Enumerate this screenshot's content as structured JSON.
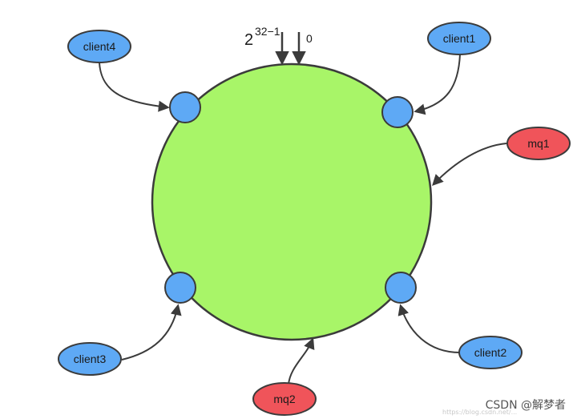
{
  "ring": {
    "top_marker_base": "2",
    "top_marker_exp": "32−1",
    "top_marker_zero": "0"
  },
  "clients": [
    {
      "id": "client1",
      "label": "client1"
    },
    {
      "id": "client2",
      "label": "client2"
    },
    {
      "id": "client3",
      "label": "client3"
    },
    {
      "id": "client4",
      "label": "client4"
    }
  ],
  "queues": [
    {
      "id": "mq1",
      "label": "mq1"
    },
    {
      "id": "mq2",
      "label": "mq2"
    }
  ],
  "watermark": {
    "text": "CSDN @解梦者",
    "faint": "https://blog.csdn.net/..."
  },
  "colors": {
    "ring_fill": "#a8f568",
    "node_blue": "#5ea9f5",
    "node_red": "#f0545a",
    "stroke": "#3b3b3b"
  }
}
